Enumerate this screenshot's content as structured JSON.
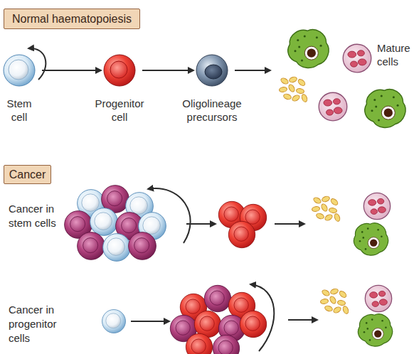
{
  "diagram": {
    "nodes": [
      {
        "text": [
          "Normal haematopoiesis"
        ]
      },
      {
        "text": [
          "Stem cell"
        ]
      },
      {
        "text": [
          "Progenitor cell"
        ]
      },
      {
        "text": [
          "Oligolineage precursors"
        ]
      },
      {
        "text": [
          "Mature cells"
        ]
      },
      {
        "text": [
          "Cancer"
        ]
      }
    ],
    "edges": [
      {
        "from": 1,
        "to": 2,
        "arrow": "to"
      },
      {
        "from": 2,
        "to": 3,
        "arrow": "to"
      },
      {
        "from": 3,
        "to": 4,
        "arrow": "to"
      }
    ],
    "labels": [
      "Cancer in stem cells",
      "Cancer in progenitor cells"
    ]
  }
}
